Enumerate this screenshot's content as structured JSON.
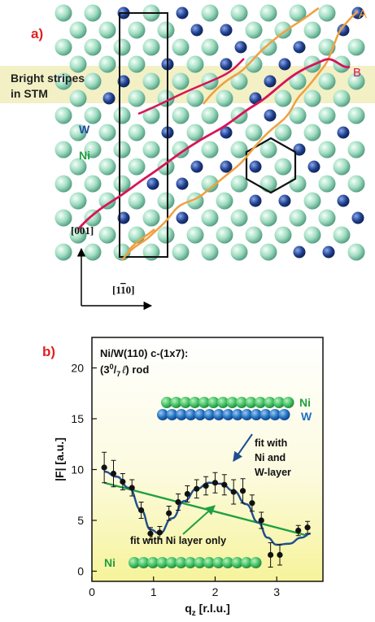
{
  "panel_a": {
    "label": "a)",
    "stripe_text_1": "Bright stripes",
    "stripe_text_2": "in STM",
    "w_label": "W",
    "ni_label": "Ni",
    "line_a": "A",
    "line_b": "B",
    "axis_001": "[001]",
    "axis_1m10_pre": "[1",
    "axis_1m10_bar": "1",
    "axis_1m10_post": "0]",
    "colors": {
      "ni": "#9fdcc0",
      "w": "#1f3f8f",
      "stripe": "#f2eec0",
      "line_a": "#f0a040",
      "line_b": "#d81458",
      "label_red": "#e02020",
      "w_blue": "#1f4ea0",
      "ni_green": "#20a040"
    }
  },
  "panel_b": {
    "label": "b)",
    "title_1": "Ni/W(110) c-(1x7):",
    "title_2_pre": "(3",
    "title_2_sup": "0",
    "title_2_slash": "/",
    "title_2_sub": "7",
    "title_2_ell": "ℓ",
    "title_2_post": ") rod",
    "legend_ni": "Ni",
    "legend_w": "W",
    "ann_1": "fit with",
    "ann_2": "Ni and",
    "ann_3": "W-layer",
    "ann_ni_only": "fit with Ni layer only",
    "bottom_ni": "Ni",
    "colors": {
      "bg_top": "#ffffff",
      "bg_bottom": "#f6f39a",
      "green_fit": "#20a040",
      "blue_fit": "#1f4e90",
      "ni_ball": "#40c060",
      "w_ball": "#1f6fc0"
    }
  },
  "chart_data": {
    "type": "scatter",
    "title": "Ni/W(110) c-(1x7): (3⁰/₇ ℓ) rod",
    "xlabel": "qz [r.l.u.]",
    "ylabel": "|F| [a.u.]",
    "xlim": [
      0,
      3.75
    ],
    "ylim": [
      -1,
      23
    ],
    "xticks": [
      "0",
      "1",
      "2",
      "3"
    ],
    "yticks": [
      "0",
      "5",
      "10",
      "15",
      "20"
    ],
    "series": [
      {
        "type": "scatter",
        "x": [
          0.2,
          0.35,
          0.5,
          0.65,
          0.8,
          0.95,
          1.1,
          1.25,
          1.4,
          1.55,
          1.7,
          1.85,
          2.0,
          2.15,
          2.3,
          2.45,
          2.6,
          2.75,
          2.9,
          3.05,
          3.35,
          3.5
        ],
        "y": [
          10.2,
          9.6,
          8.8,
          8.2,
          6.0,
          3.7,
          3.8,
          5.7,
          6.8,
          7.6,
          8.1,
          8.4,
          8.7,
          8.5,
          7.8,
          7.9,
          6.7,
          5.0,
          1.6,
          1.6,
          4.0,
          4.3
        ],
        "err": [
          1.5,
          1.3,
          0.8,
          0.8,
          0.8,
          0.6,
          0.6,
          0.7,
          0.8,
          0.8,
          0.9,
          0.9,
          1.0,
          1.0,
          1.2,
          1.2,
          0.8,
          0.8,
          1.2,
          1.0,
          0.5,
          0.6
        ]
      },
      {
        "type": "line",
        "x": [
          0.2,
          3.5
        ],
        "y": [
          8.7,
          3.5
        ]
      },
      {
        "type": "line",
        "x": [
          0.2,
          0.4,
          0.6,
          0.8,
          0.95,
          1.1,
          1.3,
          1.5,
          1.7,
          1.9,
          2.1,
          2.3,
          2.5,
          2.7,
          2.85,
          3.0,
          3.2,
          3.4,
          3.55
        ],
        "y": [
          9.8,
          9.3,
          8.2,
          6.0,
          4.1,
          3.7,
          5.2,
          6.9,
          8.1,
          8.7,
          8.6,
          7.9,
          6.6,
          4.8,
          3.3,
          2.6,
          2.7,
          3.3,
          3.7
        ]
      }
    ]
  }
}
